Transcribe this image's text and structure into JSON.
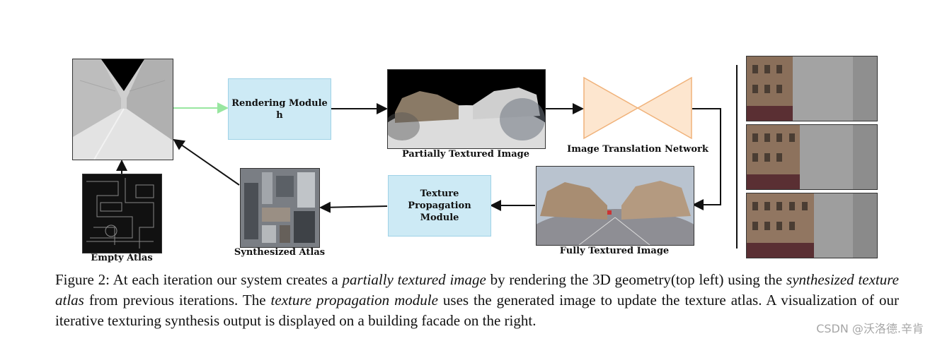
{
  "modules": {
    "rendering": "Rendering Module",
    "rendering_sym": "h",
    "texture_prop_1": "Texture",
    "texture_prop_2": "Propagation",
    "texture_prop_3": "Module"
  },
  "labels": {
    "partial": "Partially Textured Image",
    "network": "Image Translation Network",
    "full": "Fully Textured Image",
    "empty_atlas": "Empty Atlas",
    "synth_atlas": "Synthesized Atlas"
  },
  "caption": {
    "p1": "Figure 2: At each iteration our system creates a ",
    "i1": "partially textured image",
    "p2": " by rendering the 3D geometry(top left) using the ",
    "i2": "synthesized texture atlas",
    "p3": " from previous iterations. The ",
    "i3": "texture propagation module",
    "p4": " uses the generated image to update the texture atlas. A visualization of our iterative texturing synthesis output is displayed on a building facade on the right."
  },
  "watermark": "CSDN @沃洛德.辛肯",
  "colors": {
    "module_fill": "#cdeaf5",
    "network_fill": "#fde6cf",
    "network_stroke": "#f0b27a",
    "green_arrow": "#98e6a0"
  }
}
